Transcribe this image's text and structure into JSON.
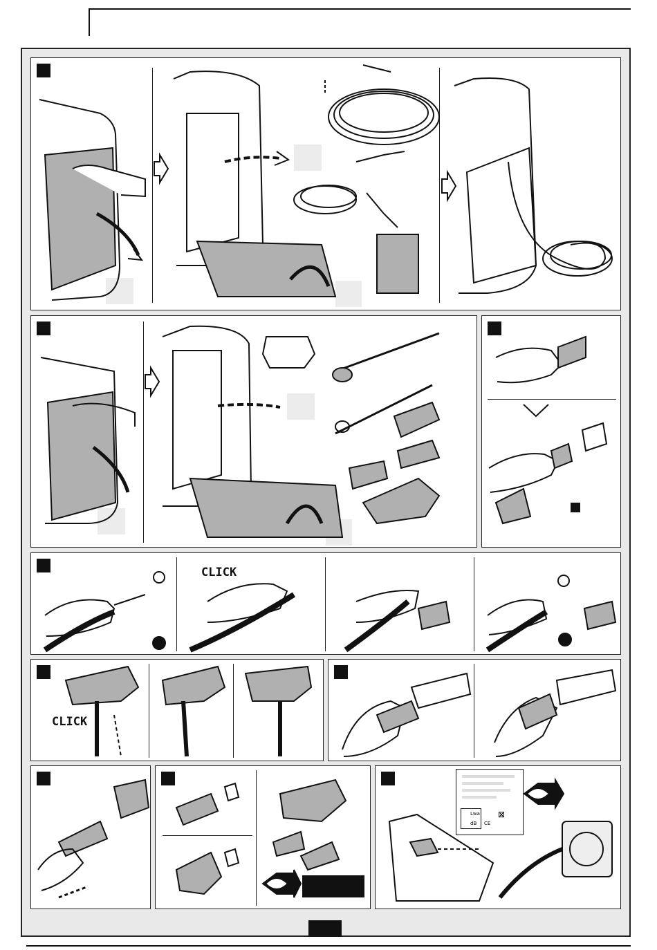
{
  "labels": {
    "click_1": "CLICK",
    "click_2": "CLICK"
  },
  "label_card": {
    "brand_text": "Lwa",
    "unit_text": "dB",
    "marks": [
      "CE",
      "crossed-bin"
    ]
  },
  "colors": {
    "ink": "#111111",
    "panel_grey": "#b0b0b0",
    "light_grey": "#ececec",
    "background": "#ffffff"
  },
  "icons": [
    "eye-icon",
    "arrow-right-icon",
    "curved-arrow-icon",
    "dashed-arrow-icon",
    "hand-icon"
  ]
}
